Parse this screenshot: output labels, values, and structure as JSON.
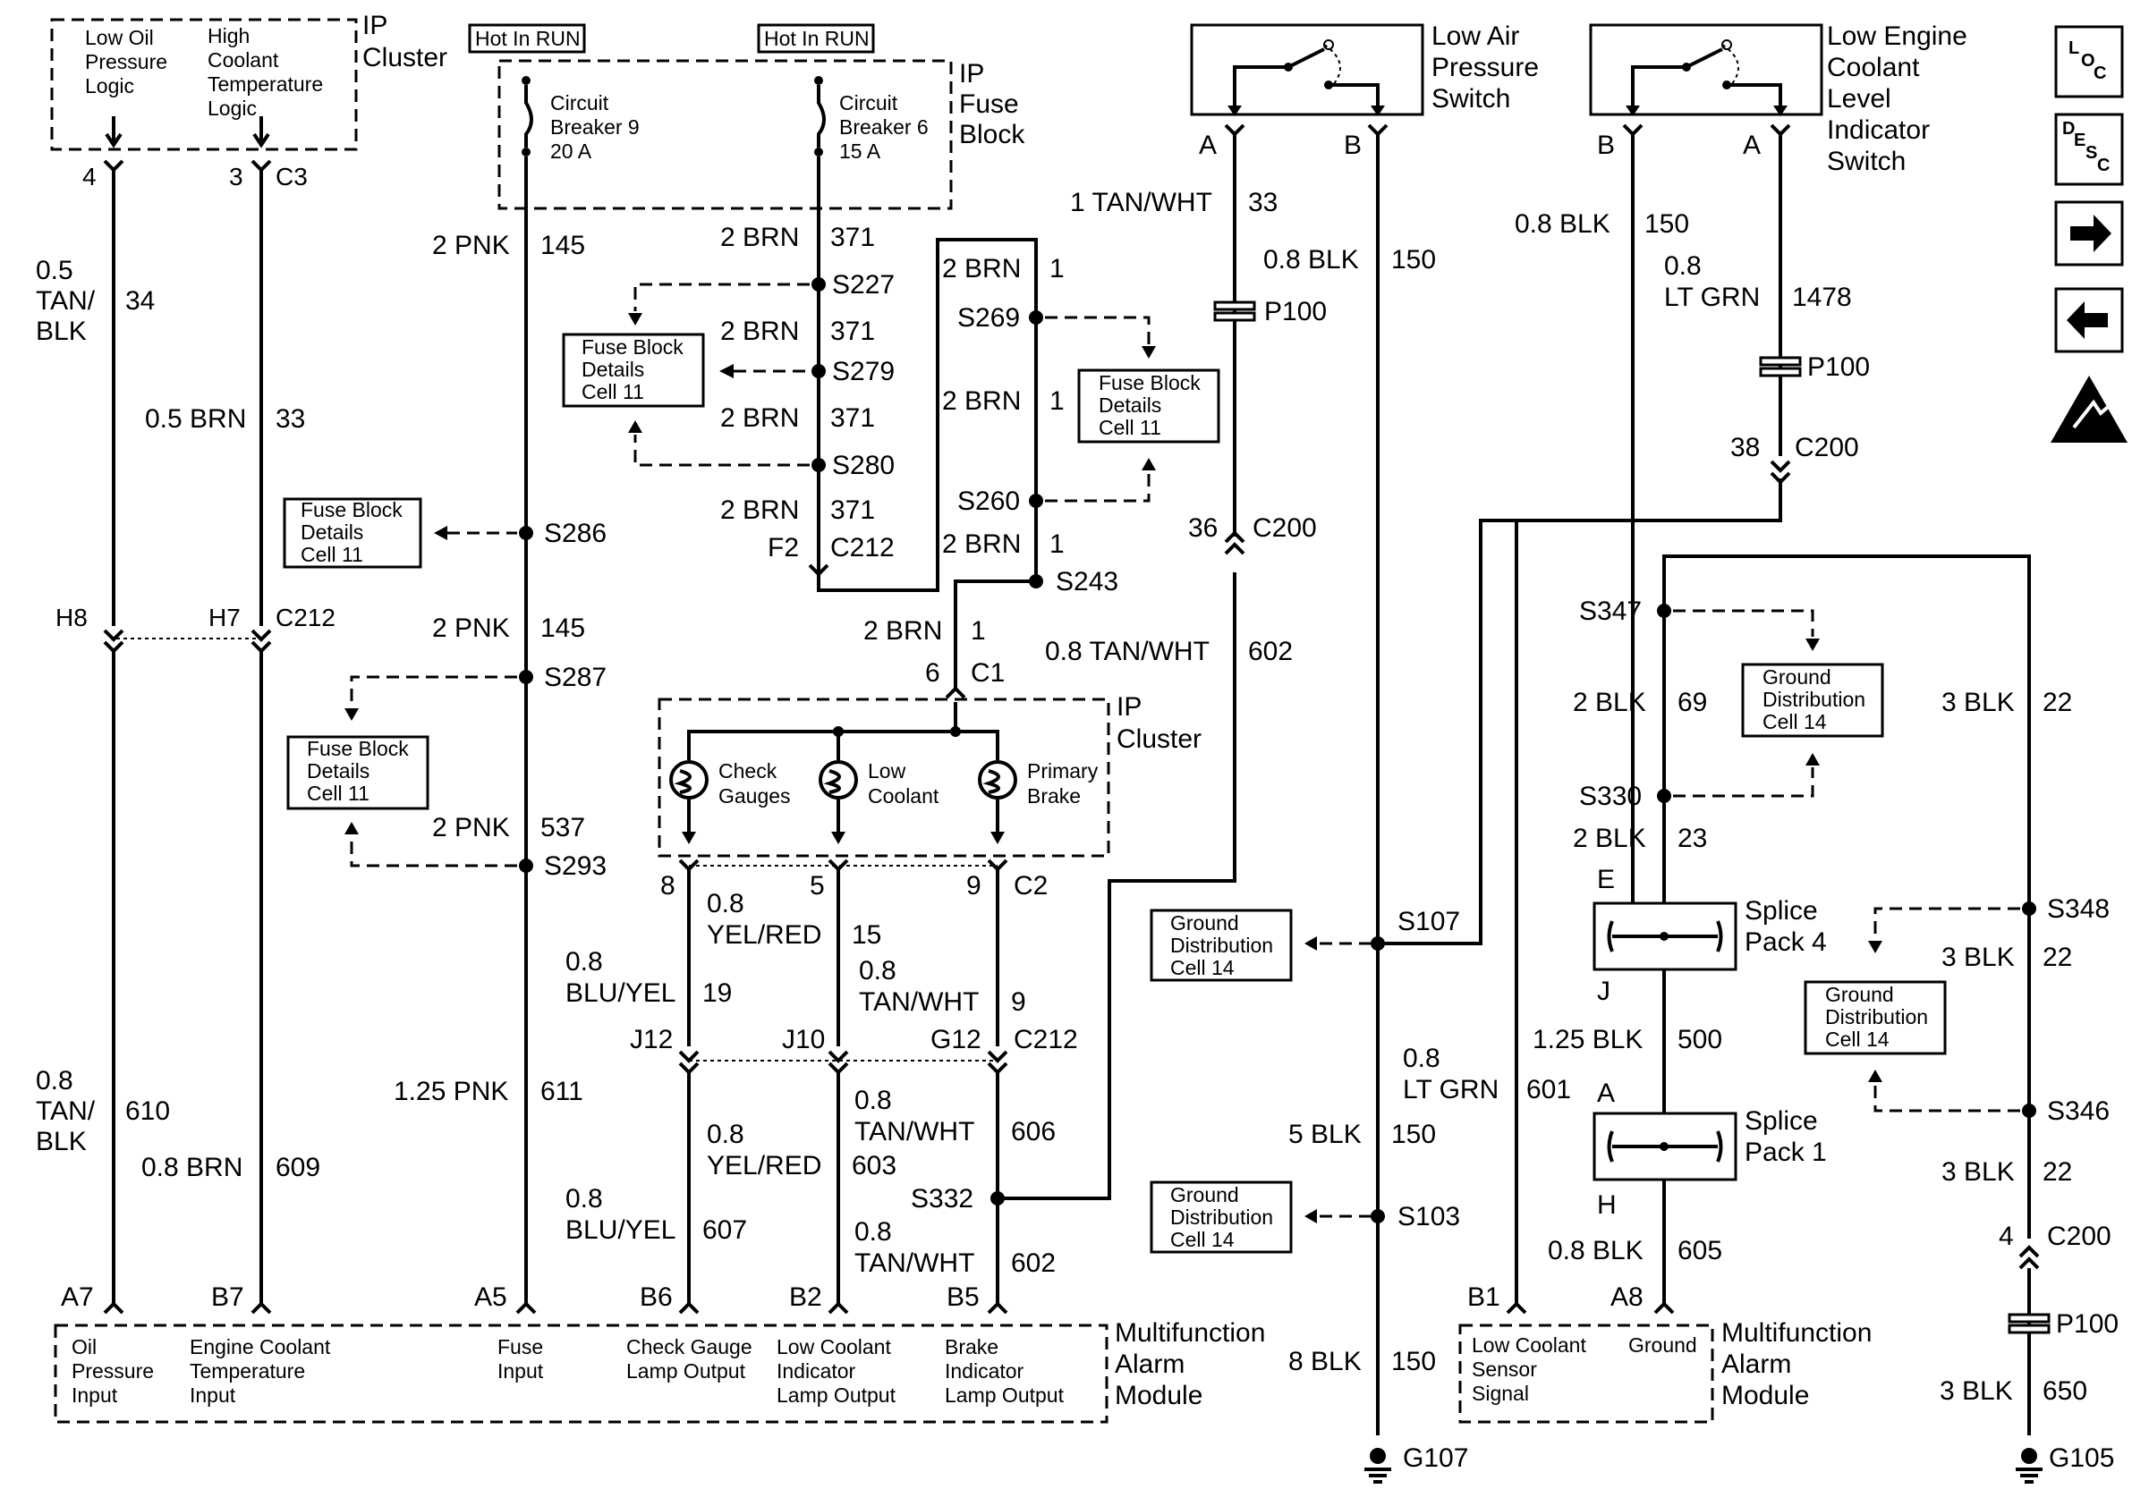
{
  "nav_icons": {
    "loc": {
      "a": "L",
      "b": "O",
      "c": "C"
    },
    "desc": {
      "a": "D",
      "b": "E",
      "c": "S",
      "d": "C"
    }
  },
  "top_left": {
    "oil": [
      "Low Oil",
      "Pressure",
      "Logic"
    ],
    "coolant": [
      "High",
      "Coolant",
      "Temperature",
      "Logic"
    ],
    "title": [
      "IP",
      "Cluster"
    ],
    "pin_oil": "4",
    "pin_coolant": "3",
    "conn": "C3"
  },
  "fuse_block": {
    "hot1": "Hot In RUN",
    "hot2": "Hot In RUN",
    "cb9": [
      "Circuit",
      "Breaker 9",
      "20 A"
    ],
    "cb6": [
      "Circuit",
      "Breaker 6",
      "15 A"
    ],
    "title": [
      "IP",
      "Fuse",
      "Block"
    ],
    "f2": "F2",
    "c212": "C212"
  },
  "wires": {
    "w34": [
      "0.5",
      "TAN/",
      "BLK",
      "34"
    ],
    "w33brn": [
      "0.5 BRN",
      "33"
    ],
    "h8": "H8",
    "h7": "H7",
    "c212": "C212",
    "w610": [
      "0.8",
      "TAN/",
      "BLK",
      "610"
    ],
    "w609": [
      "0.8 BRN",
      "609"
    ],
    "pnk145a": [
      "2 PNK",
      "145"
    ],
    "pnk145b": [
      "2 PNK",
      "145"
    ],
    "pnk537": [
      "2 PNK",
      "537"
    ],
    "pnk611": [
      "1.25 PNK",
      "611"
    ],
    "brn371a": [
      "2 BRN",
      "371"
    ],
    "brn371b": [
      "2 BRN",
      "371"
    ],
    "brn371c": [
      "2 BRN",
      "371"
    ],
    "brn371d": [
      "2 BRN",
      "371"
    ],
    "brn1a": [
      "2 BRN",
      "1"
    ],
    "brn1b": [
      "2 BRN",
      "1"
    ],
    "brn1c": [
      "2 BRN",
      "1"
    ],
    "brn1d": [
      "2 BRN",
      "1"
    ],
    "c1": [
      "6",
      "C1"
    ],
    "tw33": [
      "1 TAN/WHT",
      "33"
    ],
    "blk150a": [
      "0.8 BLK",
      "150"
    ],
    "tw602a": [
      "0.8 TAN/WHT",
      "602"
    ],
    "c200a": [
      "36",
      "C200"
    ],
    "p100a": "P100",
    "c2pins": [
      "8",
      "5",
      "9",
      "C2"
    ],
    "yr15": [
      "0.8",
      "YEL/RED",
      "15"
    ],
    "by19": [
      "0.8",
      "BLU/YEL",
      "19"
    ],
    "tw9": [
      "0.8",
      "TAN/WHT",
      "9"
    ],
    "jconn": [
      "J12",
      "J10",
      "G12",
      "C212"
    ],
    "tw606": [
      "0.8",
      "TAN/WHT",
      "606"
    ],
    "yr603": [
      "0.8",
      "YEL/RED",
      "603"
    ],
    "by607": [
      "0.8",
      "BLU/YEL",
      "607"
    ],
    "tw602b": [
      "0.8",
      "TAN/WHT",
      "602"
    ],
    "lg601": [
      "0.8",
      "LT GRN",
      "601"
    ],
    "blk150b": [
      "5 BLK",
      "150"
    ],
    "blk150c": [
      "8 BLK",
      "150"
    ],
    "blk150r": [
      "0.8 BLK",
      "150"
    ],
    "lg1478": [
      "0.8",
      "LT GRN",
      "1478"
    ],
    "p100b": "P100",
    "c200b": [
      "38",
      "C200"
    ],
    "blk69": [
      "2 BLK",
      "69"
    ],
    "blk23": [
      "2 BLK",
      "23"
    ],
    "blk500": [
      "1.25 BLK",
      "500"
    ],
    "blk605": [
      "0.8 BLK",
      "605"
    ],
    "blk22a": [
      "3 BLK",
      "22"
    ],
    "blk22b": [
      "3 BLK",
      "22"
    ],
    "blk22c": [
      "3 BLK",
      "22"
    ],
    "c200c": [
      "4",
      "C200"
    ],
    "p100c": "P100",
    "blk650": [
      "3 BLK",
      "650"
    ]
  },
  "splices": {
    "s227": "S227",
    "s279": "S279",
    "s280": "S280",
    "s269": "S269",
    "s260": "S260",
    "s243": "S243",
    "s286": "S286",
    "s287": "S287",
    "s293": "S293",
    "s332": "S332",
    "s107": "S107",
    "s103": "S103",
    "s347": "S347",
    "s330": "S330",
    "s348": "S348",
    "s346": "S346"
  },
  "ref_boxes": {
    "fuse_details": [
      "Fuse Block",
      "Details",
      "Cell 11"
    ],
    "ground_dist": [
      "Ground",
      "Distribution",
      "Cell 14"
    ]
  },
  "ip_cluster": {
    "title": [
      "IP",
      "Cluster"
    ],
    "check": [
      "Check",
      "Gauges"
    ],
    "low": [
      "Low",
      "Coolant"
    ],
    "brake": [
      "Primary",
      "Brake"
    ]
  },
  "switches": {
    "air": [
      "Low Air",
      "Pressure",
      "Switch"
    ],
    "air_pins": [
      "A",
      "B"
    ],
    "cool": [
      "Low Engine",
      "Coolant",
      "Level",
      "Indicator",
      "Switch"
    ],
    "cool_pins": [
      "B",
      "A"
    ]
  },
  "splice_packs": {
    "sp4": [
      "Splice",
      "Pack 4"
    ],
    "sp4_pins": [
      "E",
      "J"
    ],
    "sp1": [
      "Splice",
      "Pack 1"
    ],
    "sp1_pins": [
      "A",
      "H"
    ]
  },
  "grounds": {
    "g107": "G107",
    "g105": "G105"
  },
  "module_main": {
    "pins": [
      "A7",
      "B7",
      "A5",
      "B6",
      "B2",
      "B5"
    ],
    "oil": [
      "Oil",
      "Pressure",
      "Input"
    ],
    "ect": [
      "Engine Coolant",
      "Temperature",
      "Input"
    ],
    "fuse": [
      "Fuse",
      "Input"
    ],
    "check": [
      "Check Gauge",
      "Lamp Output"
    ],
    "low": [
      "Low Coolant",
      "Indicator",
      "Lamp Output"
    ],
    "brake": [
      "Brake",
      "Indicator",
      "Lamp Output"
    ],
    "title": [
      "Multifunction",
      "Alarm",
      "Module"
    ]
  },
  "module_right": {
    "pins": [
      "B1",
      "A8"
    ],
    "sensor": [
      "Low Coolant",
      "Sensor",
      "Signal"
    ],
    "ground": "Ground",
    "title": [
      "Multifunction",
      "Alarm",
      "Module"
    ]
  }
}
